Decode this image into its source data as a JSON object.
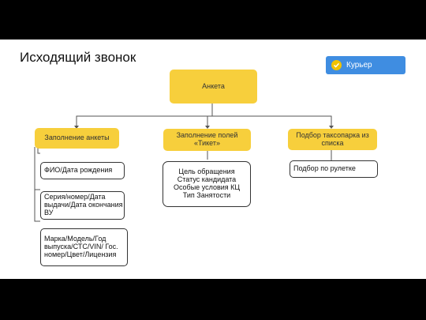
{
  "title": "Исходящий звонок",
  "badge": {
    "label": "Курьер",
    "icon": "check-circle-icon",
    "color": "#3f8de1",
    "icon_color": "#f2c200"
  },
  "root": {
    "label": "Анкета"
  },
  "branches": [
    {
      "label": "Заполнение анкеты",
      "children": [
        "ФИО/Дата рождения",
        "Серия/номер/Дата выдачи/Дата окончания ВУ",
        "Марка/Модель/Год выпуска/СТС/VIN/ Гос. номер/Цвет/Лицензия"
      ]
    },
    {
      "label": "Заполнение полей «Тикет»",
      "children": [
        "Цель обращения\nСтатус кандидата\nОсобые условия КЦ\nТип Занятости"
      ]
    },
    {
      "label": "Подбор таксопарка из списка",
      "children": [
        "Подбор по рулетке"
      ]
    }
  ],
  "colors": {
    "node_fill": "#f7cf3c",
    "slide_bg": "#ffffff",
    "frame_bg": "#000000"
  }
}
